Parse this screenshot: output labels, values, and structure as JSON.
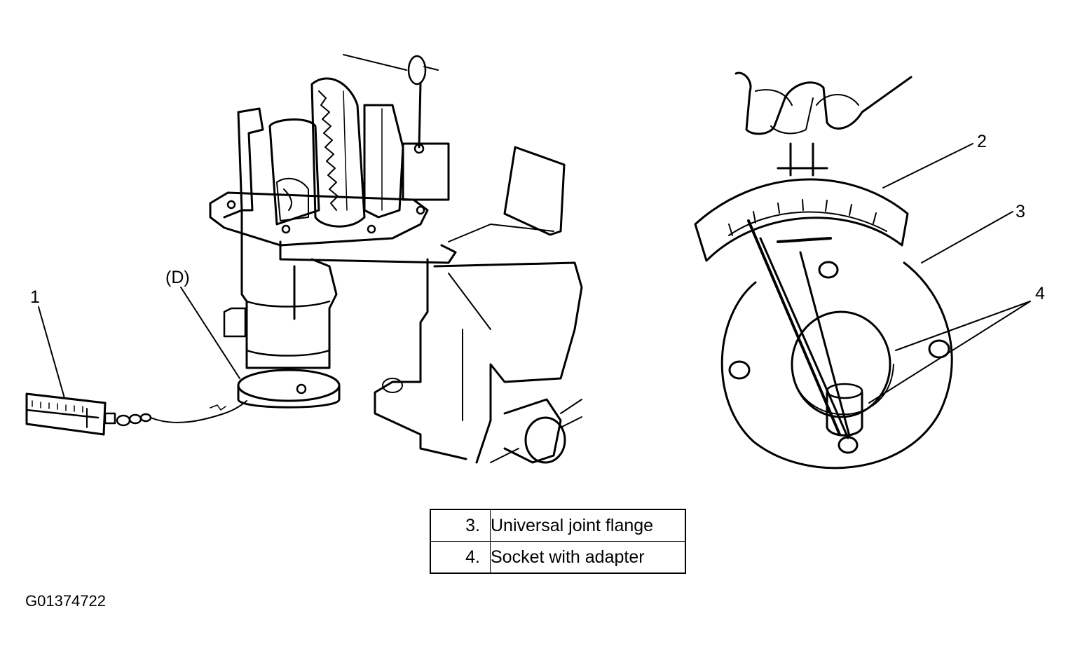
{
  "callouts": {
    "c1": "1",
    "cD": "(D)",
    "c2": "2",
    "c3": "3",
    "c4": "4"
  },
  "legend": [
    {
      "num": "3.",
      "label": "Universal joint flange"
    },
    {
      "num": "4.",
      "label": "Socket with adapter"
    }
  ],
  "figure_id": "G01374722"
}
